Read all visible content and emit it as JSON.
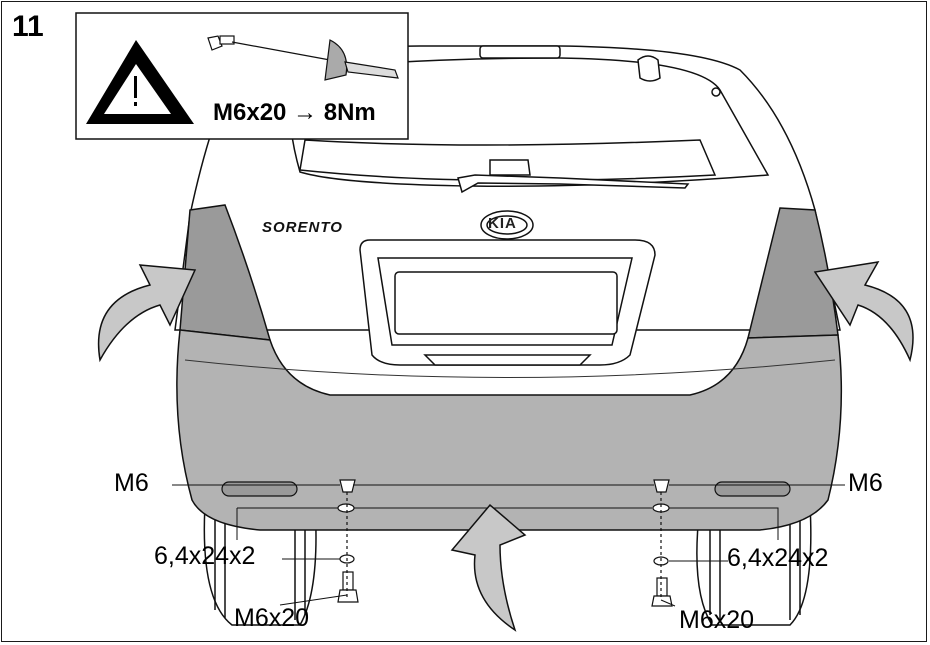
{
  "step_number": "11",
  "warning_box": {
    "torque_spec": "M6x20 → 8Nm",
    "warning_icon": "warning-triangle-icon",
    "tool_icon": "torque-wrench-icon"
  },
  "vehicle": {
    "model_badge": "SORENTO",
    "logo_text": "KIA"
  },
  "callouts": {
    "nut_left": "M6",
    "nut_right": "M6",
    "washer_left": "6,4x24x2",
    "washer_right": "6,4x24x2",
    "bolt_left": "M6x20",
    "bolt_right": "M6x20"
  },
  "arrows": [
    "curved-arrow-icon-left",
    "curved-arrow-icon-right",
    "curved-arrow-icon-bottom"
  ],
  "colors": {
    "bumper": "#b3b3b3",
    "taillight": "#9a9a9a",
    "arrow": "#c8c8c8",
    "line": "#111111"
  }
}
